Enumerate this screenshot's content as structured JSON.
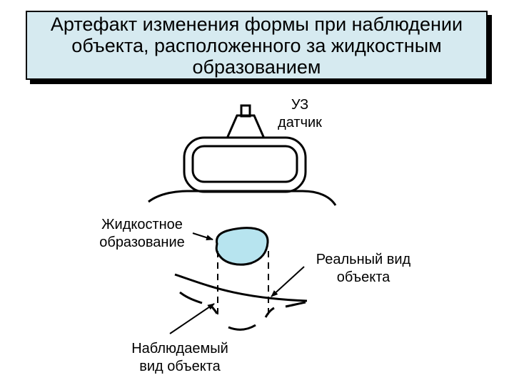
{
  "title": {
    "lines": [
      "Артефакт изменения формы при наблюдении",
      "объекта, расположенного за жидкостным",
      "образованием"
    ]
  },
  "labels": {
    "probe": [
      "УЗ",
      "датчик"
    ],
    "fluid": [
      "Жидкостное",
      "образование"
    ],
    "real": [
      "Реальный вид",
      "объекта"
    ],
    "observed": [
      "Наблюдаемый",
      "вид объекта"
    ]
  },
  "colors": {
    "title_bg": "#d6eaf0",
    "fluid_fill": "#b7e4ef",
    "stroke": "#000000"
  }
}
